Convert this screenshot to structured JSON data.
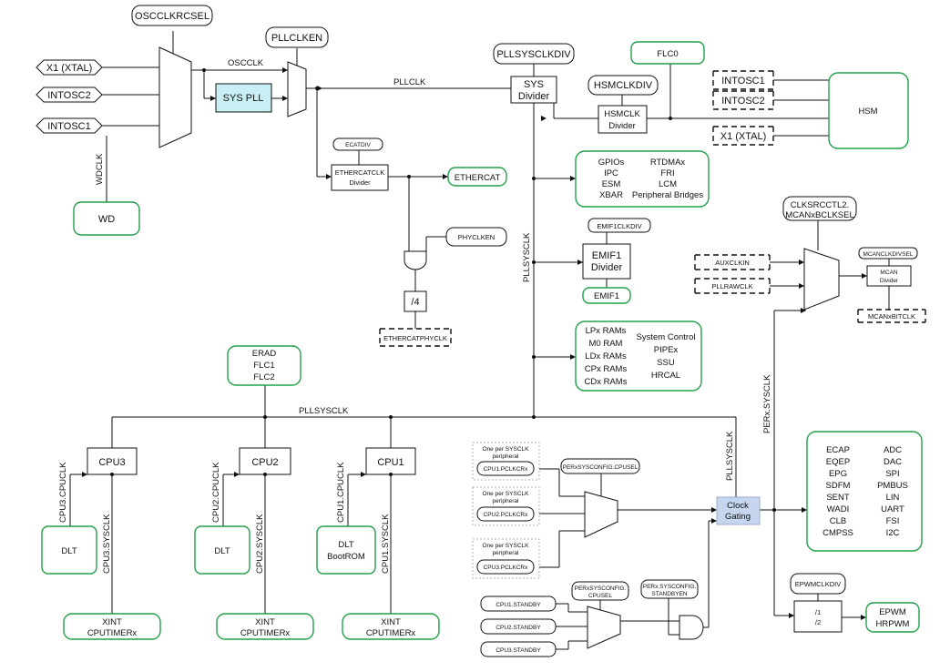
{
  "colors": {
    "accent_green": "#21a04a",
    "sys_pll_fill": "#c8f0f4",
    "clock_gating_fill": "#c5d6ee"
  },
  "inputs": {
    "x1_xtal": "X1 (XTAL)",
    "intosc2": "INTOSC2",
    "intosc1": "INTOSC1"
  },
  "mux_labels": {
    "osc_clk_rc_sel": "OSCCLKRCSEL",
    "pll_clk_en": "PLLCLKEN",
    "pll_sys_clk_div": "PLLSYSCLKDIV",
    "hsm_clk_div": "HSMCLKDIV",
    "clk_src_ctl2_line1": "CLKSRCCTL2.",
    "clk_src_ctl2_line2": "MCANxBCLKSEL",
    "emif1_clk_div": "EMIF1CLKDIV",
    "phy_clk_en": "PHYCLKEN",
    "ecat_div": "ECATDIV",
    "mcan_clk_div_sel": "MCANCLKDIVSEL",
    "per_sysconfig_cpusel": "PERxSYSCONFIG.CPUSEL",
    "per_sysconfig2_line1": "PERxSYSCONFIG.",
    "per_sysconfig2_line2": "CPUSEL",
    "per_standbyen_line1": "PERx.SYSCONFIG.",
    "per_standbyen_line2": "STANDBYEN",
    "epwm_clk_div": "EPWMCLKDIV"
  },
  "signals": {
    "osc_clk": "OSCCLK",
    "pll_clk": "PLLCLK",
    "wd_clk": "WDCLK",
    "pll_sysclk_v": "PLLSYSCLK",
    "pll_sysclk_h": "PLLSYSCLK",
    "pll_sysclk_v2": "PLLSYSCLK",
    "per_sysclk": "PERx.SYSCLK",
    "cpu3_clk": "CPU3.CPUCLK",
    "cpu3_sysclk": "CPU3.SYSCLK",
    "cpu2_clk": "CPU2.CPUCLK",
    "cpu2_sysclk": "CPU2.SYSCLK",
    "cpu1_clk": "CPU1.CPUCLK",
    "cpu1_sysclk": "CPU1.SYSCLK"
  },
  "blocks": {
    "sys_pll": "SYS PLL",
    "sys_divider_line1": "SYS",
    "sys_divider_line2": "Divider",
    "hsm_divider_line1": "HSMCLK",
    "hsm_divider_line2": "Divider",
    "ethercat_divider_line1": "ETHERCATCLK",
    "ethercat_divider_line2": "Divider",
    "emif1_divider_line1": "EMIF1",
    "emif1_divider_line2": "Divider",
    "div4": "/4",
    "mcan_divider_line1": "MCAN",
    "mcan_divider_line2": "Divider",
    "clock_gating_line1": "Clock",
    "clock_gating_line2": "Gating",
    "epwm_div_line1": "/1",
    "epwm_div_line2": "/2",
    "cpu3": "CPU3",
    "cpu2": "CPU2",
    "cpu1": "CPU1"
  },
  "external": {
    "intosc1": "INTOSC1",
    "intosc2": "INTOSC2",
    "x1_xtal": "X1 (XTAL)",
    "ethercat_phyclk": "ETHERCATPHYCLK",
    "auxclkin": "AUXCLKIN",
    "pllrawclk": "PLLRAWCLK",
    "mcan_bitclk": "MCANxBITCLK"
  },
  "peripherals": {
    "flc0": "FLC0",
    "hsm": "HSM",
    "ethercat": "ETHERCAT",
    "wd": "WD",
    "emif1": "EMIF1",
    "gpio_left": [
      "GPIOs",
      "IPC",
      "ESM",
      "XBAR"
    ],
    "gpio_right": [
      "RTDMAx",
      "FRI",
      "LCM",
      "Peripheral Bridges"
    ],
    "ram_left": [
      "LPx RAMs",
      "M0 RAM",
      "LDx RAMs",
      "CPx RAMs",
      "CDx RAMs"
    ],
    "ram_right": [
      "System Control",
      "PIPEx",
      "SSU",
      "HRCAL"
    ],
    "erad": [
      "ERAD",
      "FLC1",
      "FLC2"
    ],
    "per_left": [
      "ECAP",
      "EQEP",
      "EPG",
      "SDFM",
      "SENT",
      "WADI",
      "CLB",
      "CMPSS"
    ],
    "per_right": [
      "ADC",
      "DAC",
      "SPI",
      "PMBUS",
      "LIN",
      "UART",
      "FSI",
      "I2C"
    ],
    "epwm": [
      "EPWM",
      "HRPWM"
    ],
    "dlt3": "DLT",
    "dlt2": "DLT",
    "dlt1": [
      "DLT",
      "BootROM"
    ],
    "xint3": [
      "XINT",
      "CPUTIMERx"
    ],
    "xint2": [
      "XINT",
      "CPUTIMERx"
    ],
    "xint1": [
      "XINT",
      "CPUTIMERx"
    ]
  },
  "pclk": {
    "note_line1": "One per SYSCLK",
    "note_line2": "peripheral",
    "cpu1": "CPU1.PCLKCRx",
    "cpu2": "CPU2.PCLKCRx",
    "cpu3": "CPU3.PCLKCRx"
  },
  "standby": {
    "cpu1": "CPU1.STANDBY",
    "cpu2": "CPU2.STANDBY",
    "cpu3": "CPU3.STANDBY"
  }
}
